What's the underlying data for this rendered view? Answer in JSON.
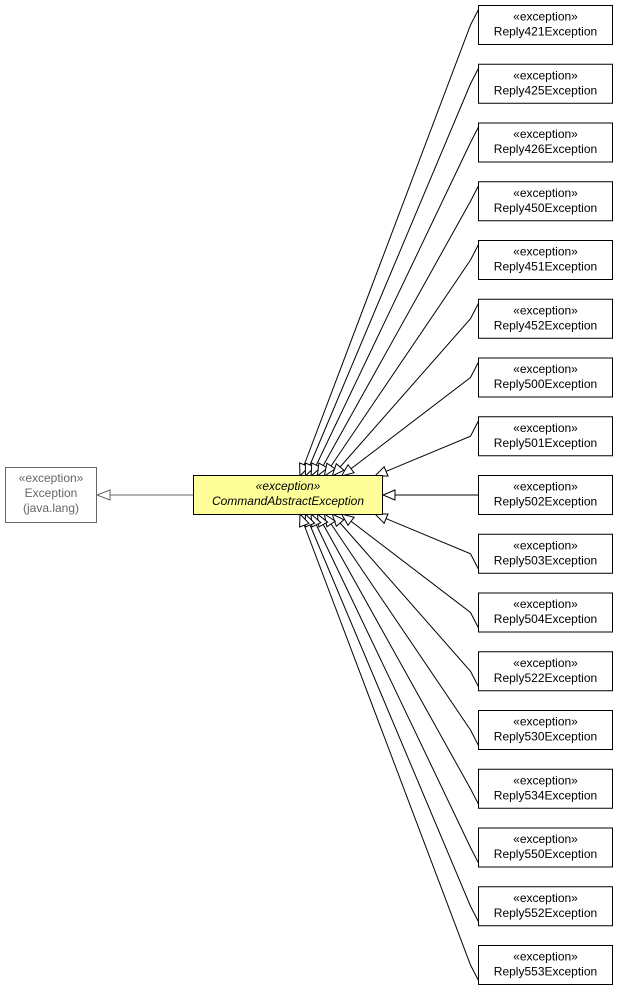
{
  "diagram": {
    "stereotype": "«exception»",
    "base": {
      "stereotype": "«exception»",
      "name": "Exception",
      "package": "(java.lang)"
    },
    "main": {
      "stereotype": "«exception»",
      "name": "CommandAbstractException"
    },
    "subclasses": [
      {
        "stereotype": "«exception»",
        "name": "Reply421Exception"
      },
      {
        "stereotype": "«exception»",
        "name": "Reply425Exception"
      },
      {
        "stereotype": "«exception»",
        "name": "Reply426Exception"
      },
      {
        "stereotype": "«exception»",
        "name": "Reply450Exception"
      },
      {
        "stereotype": "«exception»",
        "name": "Reply451Exception"
      },
      {
        "stereotype": "«exception»",
        "name": "Reply452Exception"
      },
      {
        "stereotype": "«exception»",
        "name": "Reply500Exception"
      },
      {
        "stereotype": "«exception»",
        "name": "Reply501Exception"
      },
      {
        "stereotype": "«exception»",
        "name": "Reply502Exception"
      },
      {
        "stereotype": "«exception»",
        "name": "Reply503Exception"
      },
      {
        "stereotype": "«exception»",
        "name": "Reply504Exception"
      },
      {
        "stereotype": "«exception»",
        "name": "Reply522Exception"
      },
      {
        "stereotype": "«exception»",
        "name": "Reply530Exception"
      },
      {
        "stereotype": "«exception»",
        "name": "Reply534Exception"
      },
      {
        "stereotype": "«exception»",
        "name": "Reply550Exception"
      },
      {
        "stereotype": "«exception»",
        "name": "Reply552Exception"
      },
      {
        "stereotype": "«exception»",
        "name": "Reply553Exception"
      }
    ]
  }
}
